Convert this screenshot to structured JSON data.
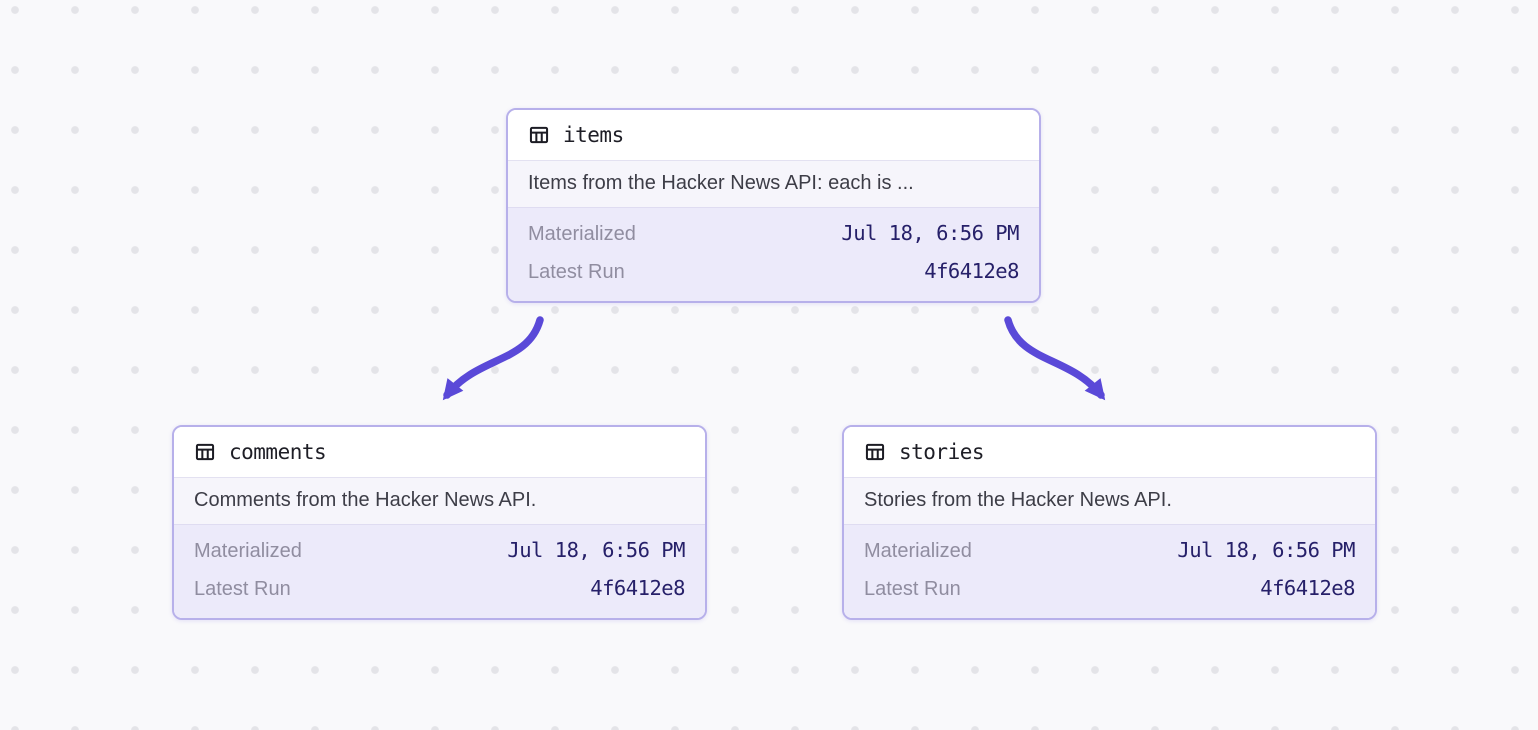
{
  "canvas": {
    "background": "#f9f9fb",
    "dot_color": "#e4e4e8"
  },
  "colors": {
    "arrow": "#5a49d8",
    "node_border": "#b7b0ea",
    "stats_background": "#eceafa",
    "value_text": "#262069",
    "icon_color": "#1c1c24"
  },
  "nodes": [
    {
      "id": "items",
      "icon": "table-icon",
      "name": "items",
      "description": "Items from the Hacker News API: each is ...",
      "stats": [
        {
          "label": "Materialized",
          "value": "Jul 18, 6:56 PM"
        },
        {
          "label": "Latest Run",
          "value": "4f6412e8"
        }
      ]
    },
    {
      "id": "comments",
      "icon": "table-icon",
      "name": "comments",
      "description": "Comments from the Hacker News API.",
      "stats": [
        {
          "label": "Materialized",
          "value": "Jul 18, 6:56 PM"
        },
        {
          "label": "Latest Run",
          "value": "4f6412e8"
        }
      ]
    },
    {
      "id": "stories",
      "icon": "table-icon",
      "name": "stories",
      "description": "Stories from the Hacker News API.",
      "stats": [
        {
          "label": "Materialized",
          "value": "Jul 18, 6:56 PM"
        },
        {
          "label": "Latest Run",
          "value": "4f6412e8"
        }
      ]
    }
  ],
  "edges": [
    {
      "from": "items",
      "to": "comments"
    },
    {
      "from": "items",
      "to": "stories"
    }
  ]
}
